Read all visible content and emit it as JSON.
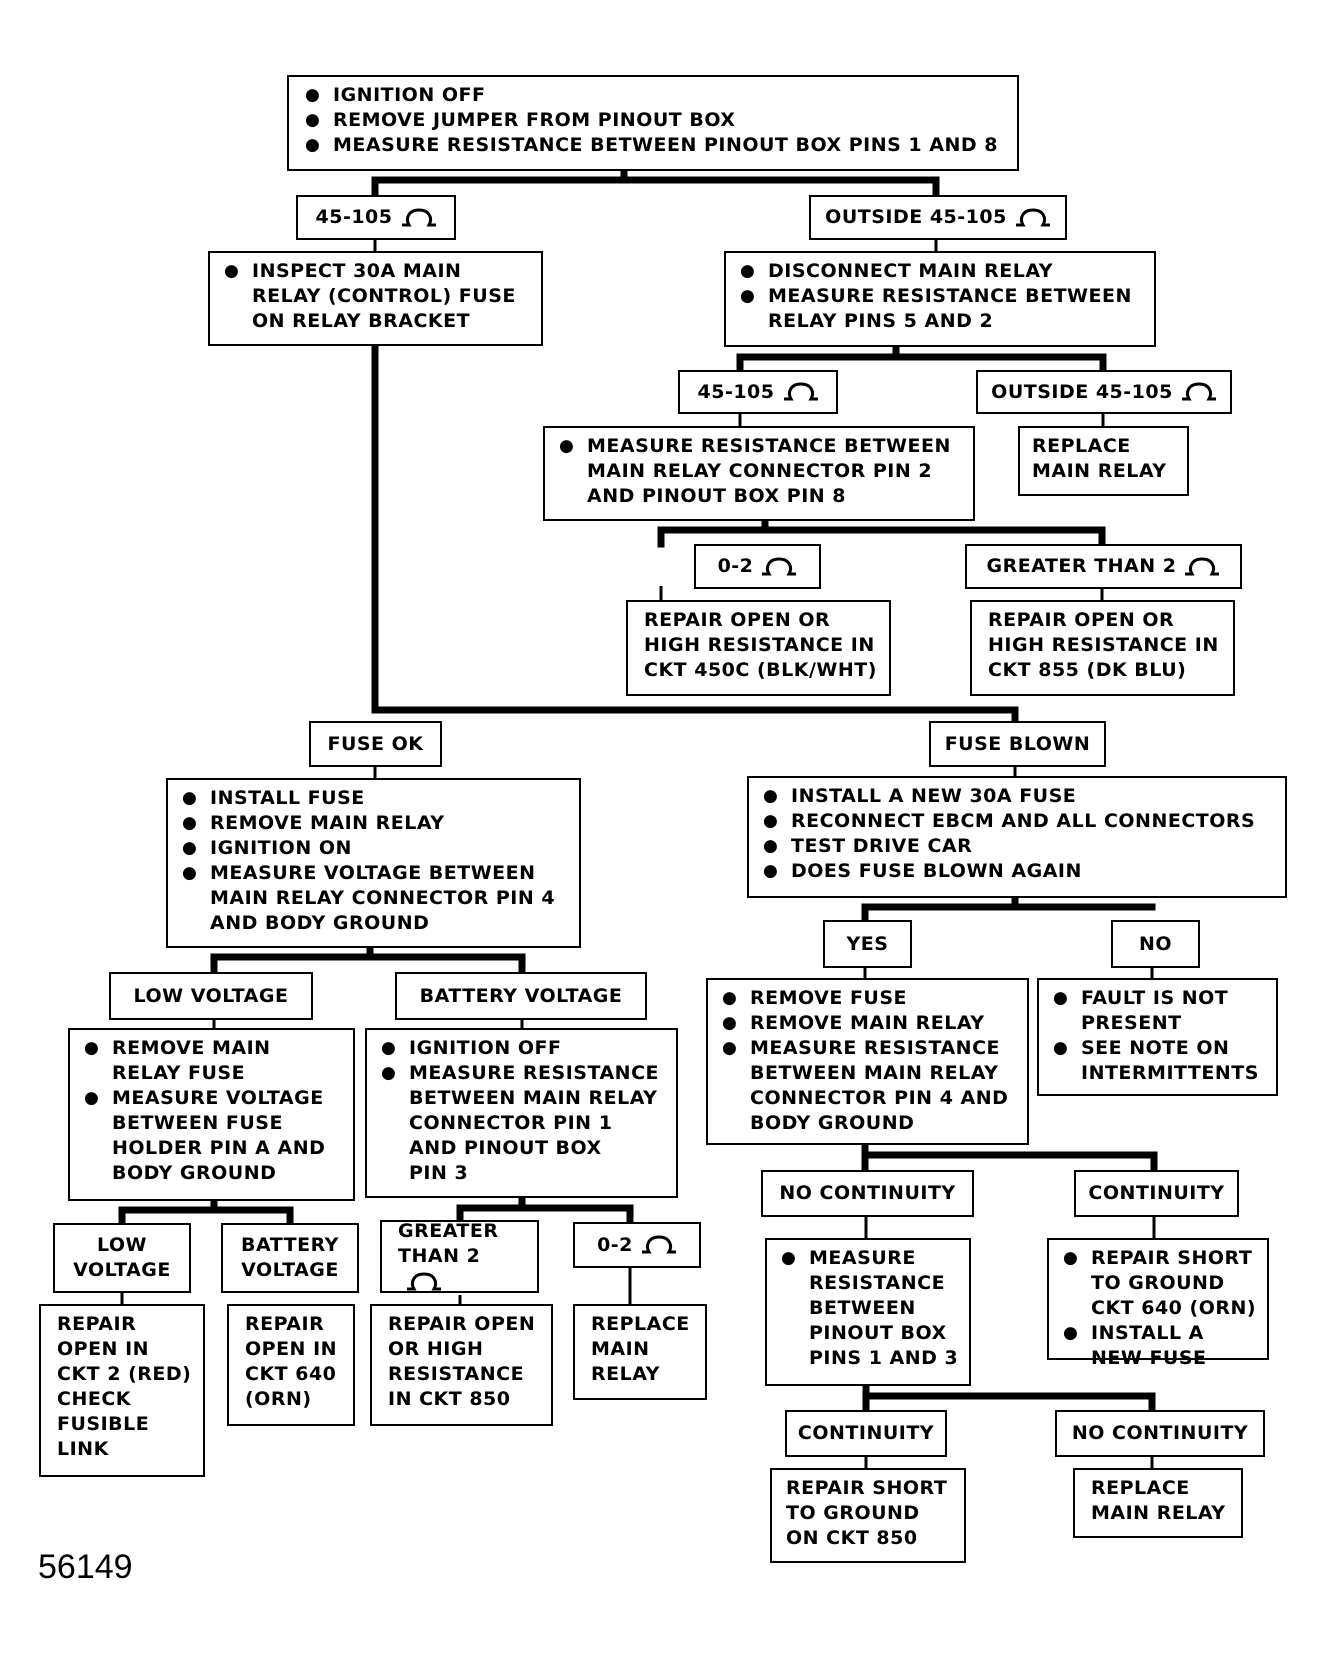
{
  "start": {
    "lines": [
      "IGNITION OFF",
      "REMOVE JUMPER FROM PINOUT BOX",
      "MEASURE RESISTANCE BETWEEN PINOUT BOX PINS 1 AND 8"
    ]
  },
  "r1_low": "45-105",
  "r1_high": "OUTSIDE 45-105",
  "inspect_fuse": {
    "line1": "INSPECT 30A MAIN",
    "line2": "RELAY (CONTROL) FUSE",
    "line3": "ON RELAY BRACKET"
  },
  "disconnect_relay": {
    "item1": "DISCONNECT MAIN RELAY",
    "item2_line1": "MEASURE RESISTANCE BETWEEN",
    "item2_line2": "RELAY PINS 5 AND 2"
  },
  "r2_low": "45-105",
  "r2_high": "OUTSIDE 45-105",
  "replace_relay_1": {
    "line1": "REPLACE",
    "line2": "MAIN RELAY"
  },
  "measure_pin2_pin8": {
    "line1": "MEASURE RESISTANCE BETWEEN",
    "line2": "MAIN RELAY CONNECTOR PIN 2",
    "line3": "AND PINOUT BOX PIN 8"
  },
  "r3_low": "0-2",
  "r3_high": "GREATER THAN 2",
  "repair_450c": {
    "line1": "REPAIR OPEN OR",
    "line2": "HIGH RESISTANCE IN",
    "line3": "CKT 450C (BLK/WHT)"
  },
  "repair_855": {
    "line1": "REPAIR OPEN OR",
    "line2": "HIGH RESISTANCE IN",
    "line3": "CKT 855 (DK BLU)"
  },
  "fuse_ok": "FUSE OK",
  "fuse_blown": "FUSE BLOWN",
  "install_fuse": {
    "items": [
      "INSTALL FUSE",
      "REMOVE MAIN RELAY",
      "IGNITION ON",
      "MEASURE VOLTAGE BETWEEN"
    ],
    "cont1": "MAIN RELAY CONNECTOR PIN 4",
    "cont2": "AND BODY GROUND"
  },
  "new_fuse": {
    "items": [
      "INSTALL A NEW 30A FUSE",
      "RECONNECT EBCM AND ALL CONNECTORS",
      "TEST DRIVE CAR",
      "DOES FUSE BLOWN AGAIN"
    ]
  },
  "low_voltage": "LOW VOLTAGE",
  "battery_voltage": "BATTERY VOLTAGE",
  "yes": "YES",
  "no": "NO",
  "remove_main_fuse": {
    "l1": "REMOVE MAIN",
    "l2": "RELAY FUSE",
    "l3": "MEASURE VOLTAGE",
    "l4": "BETWEEN FUSE",
    "l5": "HOLDER PIN A AND",
    "l6": "BODY GROUND"
  },
  "ign_off_pin1_pin3": {
    "l1": "IGNITION OFF",
    "l2": "MEASURE RESISTANCE",
    "l3": "BETWEEN MAIN RELAY",
    "l4": "CONNECTOR PIN 1",
    "l5": "AND PINOUT BOX",
    "l6": "PIN 3"
  },
  "remove_fuse_relay": {
    "l1": "REMOVE FUSE",
    "l2": "REMOVE MAIN RELAY",
    "l3": "MEASURE RESISTANCE",
    "l4": "BETWEEN MAIN RELAY",
    "l5": "CONNECTOR PIN 4 AND",
    "l6": "BODY GROUND"
  },
  "fault_not_present": {
    "l1": "FAULT IS NOT",
    "l2": "PRESENT",
    "l3": "SEE NOTE ON",
    "l4": "INTERMITTENTS"
  },
  "low_voltage_2": {
    "l1": "LOW",
    "l2": "VOLTAGE"
  },
  "battery_voltage_2": {
    "l1": "BATTERY",
    "l2": "VOLTAGE"
  },
  "greater_than_2": {
    "l1": "GREATER",
    "l2": "THAN 2"
  },
  "r4_low": "0-2",
  "no_continuity": "NO CONTINUITY",
  "continuity": "CONTINUITY",
  "repair_ckt2": {
    "l1": "REPAIR",
    "l2": "OPEN IN",
    "l3": "CKT 2 (RED)",
    "l4": "CHECK",
    "l5": "FUSIBLE",
    "l6": "LINK"
  },
  "repair_ckt640_open": {
    "l1": "REPAIR",
    "l2": "OPEN IN",
    "l3": "CKT 640",
    "l4": "(ORN)"
  },
  "repair_850_open": {
    "l1": "REPAIR OPEN",
    "l2": "OR HIGH",
    "l3": "RESISTANCE",
    "l4": "IN CKT 850"
  },
  "replace_relay_2": {
    "l1": "REPLACE",
    "l2": "MAIN",
    "l3": "RELAY"
  },
  "measure_pins_1_3": {
    "l1": "MEASURE",
    "l2": "RESISTANCE",
    "l3": "BETWEEN",
    "l4": "PINOUT BOX",
    "l5": "PINS 1 AND 3"
  },
  "repair_short_640": {
    "l1": "REPAIR SHORT",
    "l2": "TO GROUND",
    "l3": "CKT 640 (ORN)",
    "l4": "INSTALL A",
    "l5": "NEW FUSE"
  },
  "continuity_2": "CONTINUITY",
  "no_continuity_2": "NO CONTINUITY",
  "repair_short_850": {
    "l1": "REPAIR SHORT",
    "l2": "TO GROUND",
    "l3": "ON CKT 850"
  },
  "replace_relay_3": {
    "l1": "REPLACE",
    "l2": "MAIN RELAY"
  },
  "figure_number": "56149"
}
